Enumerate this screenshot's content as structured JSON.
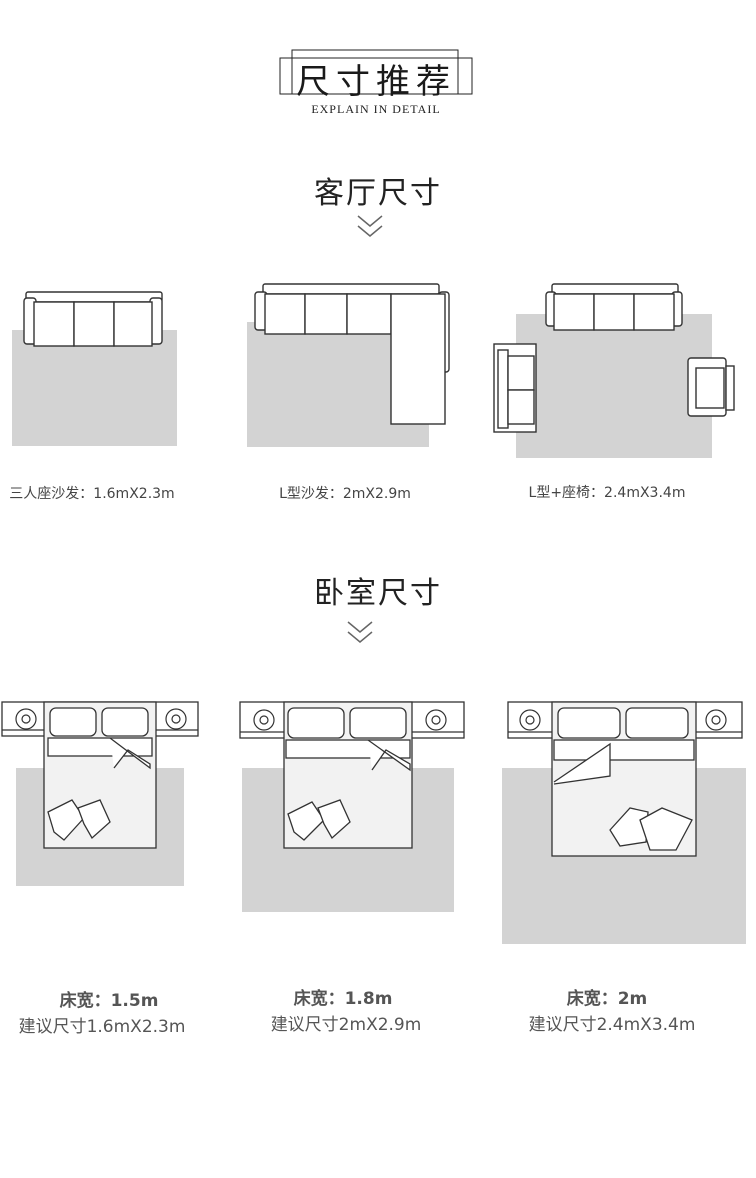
{
  "header": {
    "title": "尺寸推荐",
    "subtitle": "EXPLAIN IN DETAIL"
  },
  "living_room": {
    "title": "客厅尺寸",
    "items": [
      {
        "label": "三人座沙发：1.6mX2.3m"
      },
      {
        "label": "L型沙发：2mX2.9m"
      },
      {
        "label": "L型+座椅：2.4mX3.4m"
      }
    ]
  },
  "bedroom": {
    "title": "卧室尺寸",
    "items": [
      {
        "width": "床宽：1.5m",
        "size": "建议尺寸1.6mX2.3m"
      },
      {
        "width": "床宽：1.8m",
        "size": "建议尺寸2mX2.9m"
      },
      {
        "width": "床宽：2m",
        "size": "建议尺寸2.4mX3.4m"
      }
    ]
  },
  "colors": {
    "rug": "#d3d3d3",
    "outline": "#333333",
    "text": "#444444"
  }
}
